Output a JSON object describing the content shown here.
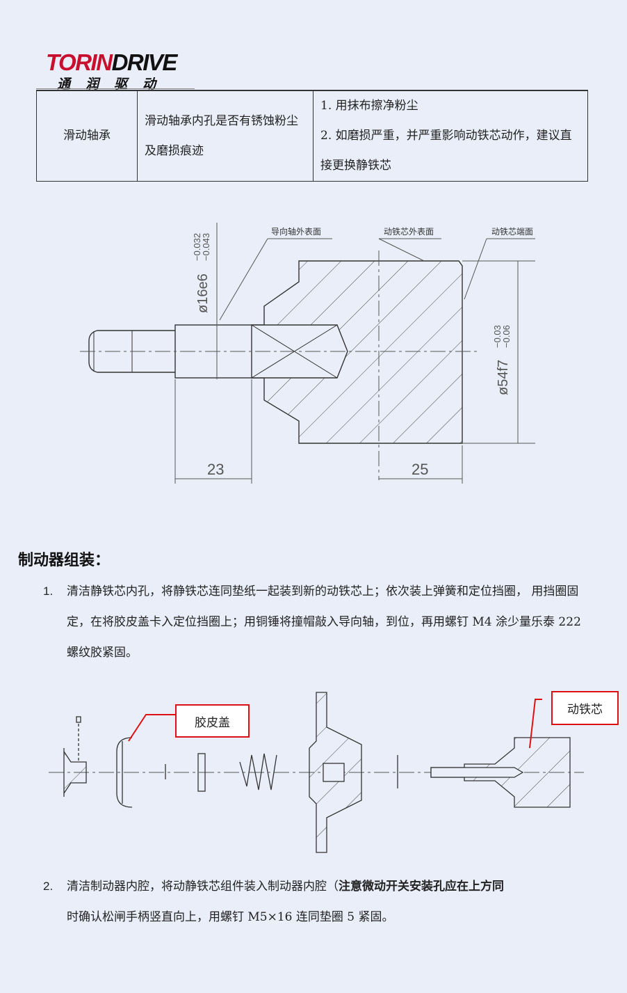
{
  "logo": {
    "en_red": "TORIN",
    "en_black": "DRIVE",
    "cn": "通润驱动"
  },
  "table": {
    "item": "滑动轴承",
    "check": "滑动轴承内孔是否有锈蚀粉尘及磨损痕迹",
    "actions": [
      "1. 用抹布擦净粉尘",
      "2. 如磨损严重，并严重影响动铁芯动作，建议直接更换静铁芯"
    ]
  },
  "drawing1": {
    "labels": [
      "导向轴外表面",
      "动铁芯外表面",
      "动铁芯端面"
    ],
    "dia_shaft": "ø16e6",
    "dia_shaft_tol": [
      "−0.032",
      "−0.043"
    ],
    "dia_core": "ø54f7",
    "dia_core_tol": [
      "−0.03",
      "−0.06"
    ],
    "dim_left": "23",
    "dim_right": "25"
  },
  "section": {
    "title": "制动器组装：",
    "steps": [
      {
        "num": "1.",
        "text": "清洁静铁芯内孔，将静铁芯连同垫纸一起装到新的动铁芯上；依次装上弹簧和定位挡圈， 用挡圈固定，在将胶皮盖卡入定位挡圈上；用铜锤将撞帽敲入导向轴，到位，再用螺钉 M4 涂少量乐泰 222 螺纹胶紧固。"
      },
      {
        "num": "2.",
        "text_normal": "清洁制动器内腔，将动静铁芯组件装入制动器内腔（",
        "text_bold": "注意微动开关安装孔应在上方同",
        "text_tail": "时确认松闸手柄竖直向上，用螺钉 M5×16 连同垫圈 5 紧固。"
      }
    ]
  },
  "drawing2": {
    "callout_cover": "胶皮盖",
    "callout_core": "动铁芯"
  },
  "colors": {
    "brand_red": "#c8102e",
    "callout_red": "#dd1111",
    "background": "#e9eef8"
  }
}
